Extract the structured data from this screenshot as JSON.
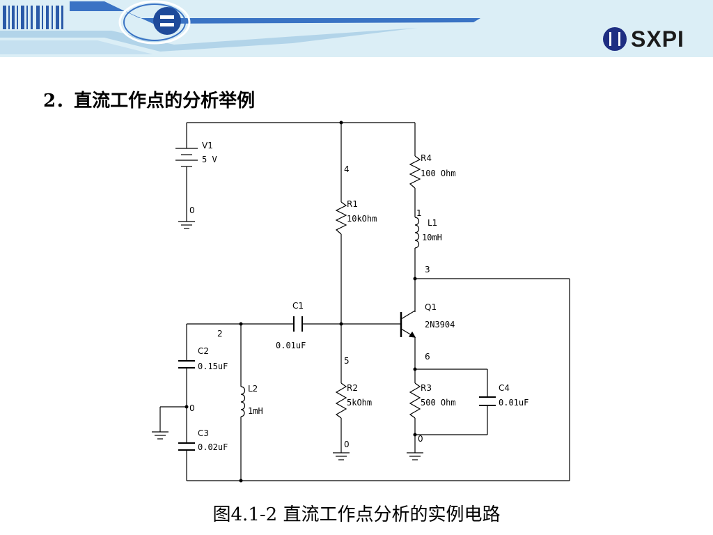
{
  "header": {
    "logo_text": "SXPI"
  },
  "slide": {
    "heading_number": "2．",
    "heading_text": "直流工作点的分析举例",
    "caption": "图4.1-2  直流工作点分析的实例电路"
  },
  "circuit": {
    "components": {
      "V1": {
        "ref": "V1",
        "value": "5 V"
      },
      "R4": {
        "ref": "R4",
        "value": "100 Ohm"
      },
      "R1": {
        "ref": "R1",
        "value": "10kOhm"
      },
      "L1": {
        "ref": "L1",
        "value": "10mH"
      },
      "Q1": {
        "ref": "Q1",
        "value": "2N3904"
      },
      "C1": {
        "ref": "C1",
        "value": "0.01uF"
      },
      "C2": {
        "ref": "C2",
        "value": "0.15uF"
      },
      "L2": {
        "ref": "L2",
        "value": "1mH"
      },
      "C3": {
        "ref": "C3",
        "value": "0.02uF"
      },
      "R2": {
        "ref": "R2",
        "value": "5kOhm"
      },
      "R3": {
        "ref": "R3",
        "value": "500 Ohm"
      },
      "C4": {
        "ref": "C4",
        "value": "0.01uF"
      }
    },
    "nodes": {
      "v1_gnd": "0",
      "n4": "4",
      "n1": "1",
      "n3": "3",
      "n2": "2",
      "n5": "5",
      "n6": "6",
      "c_mid": "0",
      "r2_gnd": "0",
      "r3_gnd": "0"
    }
  },
  "colors": {
    "banner_bg": "#dbeef6",
    "banner_accent": "#3a73c4",
    "logo_blue": "#1e2e82",
    "wire": "#000000"
  }
}
